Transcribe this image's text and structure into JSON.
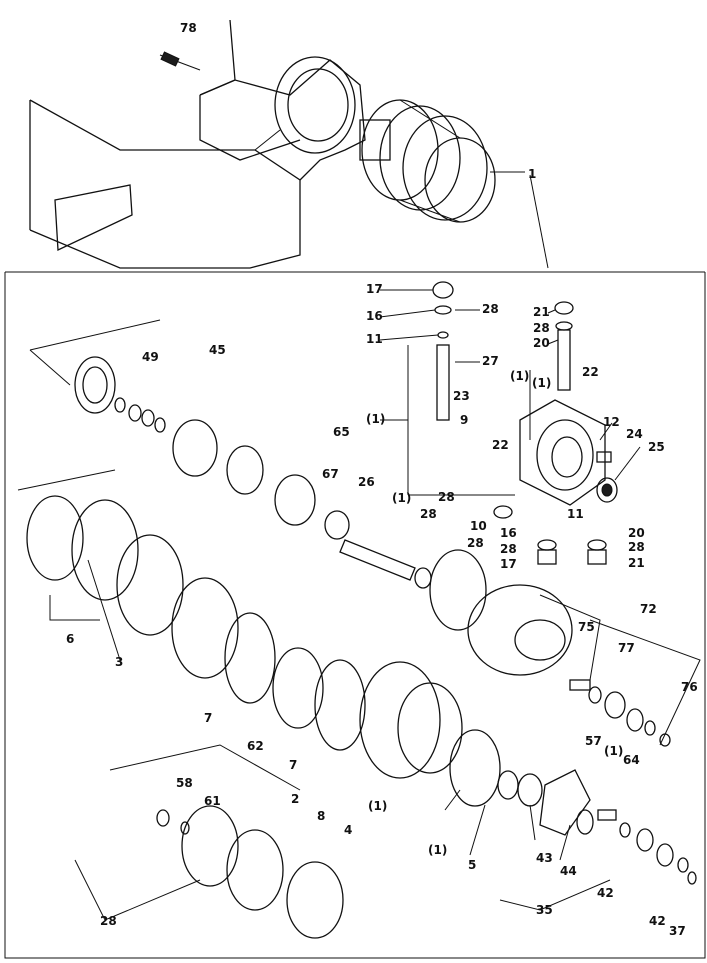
{
  "drawing": {
    "colors": {
      "ink": "#111111",
      "paper": "#ffffff"
    },
    "callouts": [
      {
        "id": "c78",
        "text": "78"
      },
      {
        "id": "c1-top",
        "text": "1"
      },
      {
        "id": "c17a",
        "text": "17"
      },
      {
        "id": "c28a",
        "text": "28"
      },
      {
        "id": "c16a",
        "text": "16"
      },
      {
        "id": "c11a",
        "text": "11"
      },
      {
        "id": "c27",
        "text": "27"
      },
      {
        "id": "c21a",
        "text": "21"
      },
      {
        "id": "c28b",
        "text": "28"
      },
      {
        "id": "c20a",
        "text": "20"
      },
      {
        "id": "c1-p1",
        "text": "(1)"
      },
      {
        "id": "c1-p2",
        "text": "(1)"
      },
      {
        "id": "c22a",
        "text": "22"
      },
      {
        "id": "c23",
        "text": "23"
      },
      {
        "id": "c1-p3",
        "text": "(1)"
      },
      {
        "id": "c9",
        "text": "9"
      },
      {
        "id": "c12",
        "text": "12"
      },
      {
        "id": "c24",
        "text": "24"
      },
      {
        "id": "c25",
        "text": "25"
      },
      {
        "id": "c22b",
        "text": "22"
      },
      {
        "id": "c28c",
        "text": "28"
      },
      {
        "id": "c10",
        "text": "10"
      },
      {
        "id": "c11b",
        "text": "11"
      },
      {
        "id": "c16b",
        "text": "16"
      },
      {
        "id": "c20b",
        "text": "20"
      },
      {
        "id": "c28d",
        "text": "28"
      },
      {
        "id": "c28e",
        "text": "28"
      },
      {
        "id": "c17b",
        "text": "17"
      },
      {
        "id": "c21b",
        "text": "21"
      },
      {
        "id": "c49",
        "text": "49"
      },
      {
        "id": "c45",
        "text": "45"
      },
      {
        "id": "c65",
        "text": "65"
      },
      {
        "id": "c67",
        "text": "67"
      },
      {
        "id": "c26",
        "text": "26"
      },
      {
        "id": "c1-p4",
        "text": "(1)"
      },
      {
        "id": "c28f",
        "text": "28"
      },
      {
        "id": "c28g",
        "text": "28"
      },
      {
        "id": "c6",
        "text": "6"
      },
      {
        "id": "c3",
        "text": "3"
      },
      {
        "id": "c72",
        "text": "72"
      },
      {
        "id": "c75",
        "text": "75"
      },
      {
        "id": "c77",
        "text": "77"
      },
      {
        "id": "c76",
        "text": "76"
      },
      {
        "id": "c7a",
        "text": "7"
      },
      {
        "id": "c62",
        "text": "62"
      },
      {
        "id": "c7b",
        "text": "7"
      },
      {
        "id": "c57",
        "text": "57"
      },
      {
        "id": "c1-p5",
        "text": "(1)"
      },
      {
        "id": "c64",
        "text": "64"
      },
      {
        "id": "c1-p6",
        "text": "(1)"
      },
      {
        "id": "c58",
        "text": "58"
      },
      {
        "id": "c61",
        "text": "61"
      },
      {
        "id": "c2",
        "text": "2"
      },
      {
        "id": "c8",
        "text": "8"
      },
      {
        "id": "c4",
        "text": "4"
      },
      {
        "id": "c1-p7",
        "text": "(1)"
      },
      {
        "id": "c5",
        "text": "5"
      },
      {
        "id": "c43",
        "text": "43"
      },
      {
        "id": "c44",
        "text": "44"
      },
      {
        "id": "c42a",
        "text": "42"
      },
      {
        "id": "c35",
        "text": "35"
      },
      {
        "id": "c42b",
        "text": "42"
      },
      {
        "id": "c37",
        "text": "37"
      },
      {
        "id": "c28h",
        "text": "28"
      }
    ]
  }
}
